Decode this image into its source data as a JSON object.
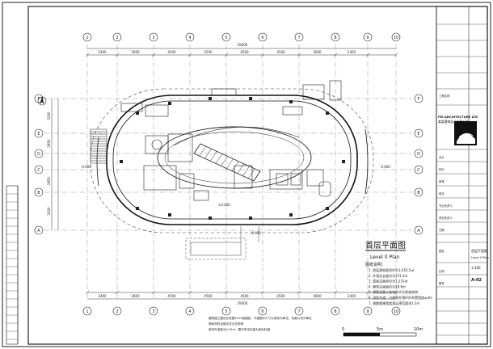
{
  "drawing": {
    "title_cn": "首层平面图",
    "title_en": "Level 0  Plan",
    "scale_labels": [
      "0",
      "5m",
      "10m"
    ],
    "total_width_label": "29400",
    "top_dims": [
      "2400",
      "3600",
      "4500",
      "4500",
      "4500",
      "4500",
      "3600",
      "2400"
    ],
    "bottom_dims": [
      "2400",
      "3600",
      "4500",
      "4500",
      "4500",
      "4500",
      "3600",
      "2400"
    ],
    "left_dims": [
      "3200",
      "2850",
      "2850",
      "3200"
    ],
    "col_axes": [
      "1",
      "2",
      "3",
      "4",
      "5",
      "6",
      "7",
      "8",
      "9",
      "10"
    ],
    "row_axes": [
      "F",
      "E",
      "D",
      "C",
      "B",
      "A"
    ],
    "elevations": [
      "-0.600",
      "±0.000",
      "-0.450",
      "-0.600"
    ],
    "notes_heading": "图纸说明：",
    "notes": [
      "首层建筑面积约为1,016.5㎡",
      "外墙总长度约为151.5m",
      "屋面总面积约为1,210㎡",
      "建筑总高度约为18.6m",
      "钢筋混凝土结构形式为框架结构",
      "消防车道：沿建筑外围环形布置宽度≥4m",
      "疏散楼梯宽度满足规范要求1.2m"
    ],
    "bottom_notes": [
      "建筑施工图设计依据2012版图纸，平面图中尺寸以毫米为单位，标高以米为单位",
      "墙体材料及做法详见总说明",
      "室内外高差为0.45m，图中所注标高为相对标高"
    ]
  },
  "title_block": {
    "company_en": "FEI ARCHITECTURE LTD",
    "company_cn": "某某建筑设计有限公司",
    "project_label": "工程名称",
    "drawing_name_label": "图名",
    "drawing_name_cn": "首层平面图",
    "drawing_name_en": "Level 0  Plan",
    "field_labels": [
      "设计",
      "校对",
      "审核",
      "审定",
      "专业负责人",
      "项目负责人",
      "日期",
      "比例",
      "图号"
    ],
    "sheet_no": "A-02",
    "scale": "1:100"
  }
}
